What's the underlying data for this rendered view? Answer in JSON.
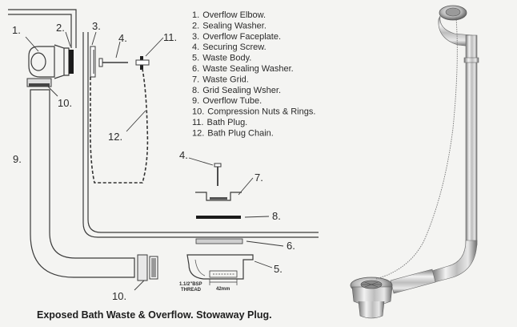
{
  "legend": [
    {
      "num": "1.",
      "label": "Overflow Elbow."
    },
    {
      "num": "2.",
      "label": "Sealing Washer."
    },
    {
      "num": "3.",
      "label": "Overflow Faceplate."
    },
    {
      "num": "4.",
      "label": "Securing Screw."
    },
    {
      "num": "5.",
      "label": "Waste Body."
    },
    {
      "num": "6.",
      "label": "Waste Sealing Washer."
    },
    {
      "num": "7.",
      "label": "Waste Grid."
    },
    {
      "num": "8.",
      "label": "Grid Sealing Wsher."
    },
    {
      "num": "9.",
      "label": "Overflow Tube."
    },
    {
      "num": "10.",
      "label": "Compression Nuts & Rings."
    },
    {
      "num": "11.",
      "label": "Bath Plug."
    },
    {
      "num": "12.",
      "label": "Bath Plug Chain."
    }
  ],
  "callouts": {
    "n1": "1.",
    "n2": "2.",
    "n3": "3.",
    "n4a": "4.",
    "n11": "11.",
    "n10a": "10.",
    "n9": "9.",
    "n12": "12.",
    "n4b": "4.",
    "n7": "7.",
    "n8": "8.",
    "n6": "6.",
    "n5": "5.",
    "n10b": "10."
  },
  "annotations": {
    "thread_line1": "1.1/2\"BSP",
    "thread_line2": "THREAD",
    "dimension": "42mm"
  },
  "caption": "Exposed Bath Waste & Overflow. Stowaway Plug."
}
